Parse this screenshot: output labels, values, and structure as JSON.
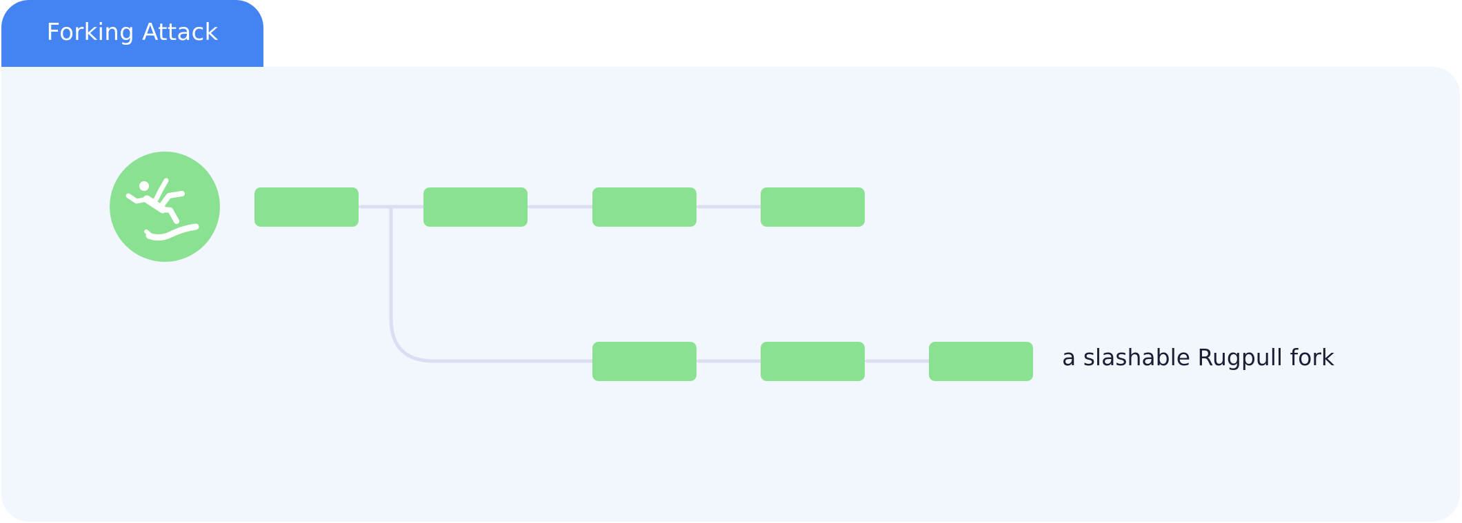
{
  "header": {
    "title": "Forking Attack"
  },
  "diagram": {
    "fork_label": "a slashable Rugpull fork",
    "icon": "falling-person-icon",
    "main_chain_blocks": 4,
    "fork_chain_blocks": 3
  },
  "colors": {
    "tab": "#4384f2",
    "panel": "#f2f6fd",
    "block": "#8be192",
    "arrow": "#dcdcf2",
    "icon_circle": "#8be192",
    "label": "#1b1f33"
  }
}
